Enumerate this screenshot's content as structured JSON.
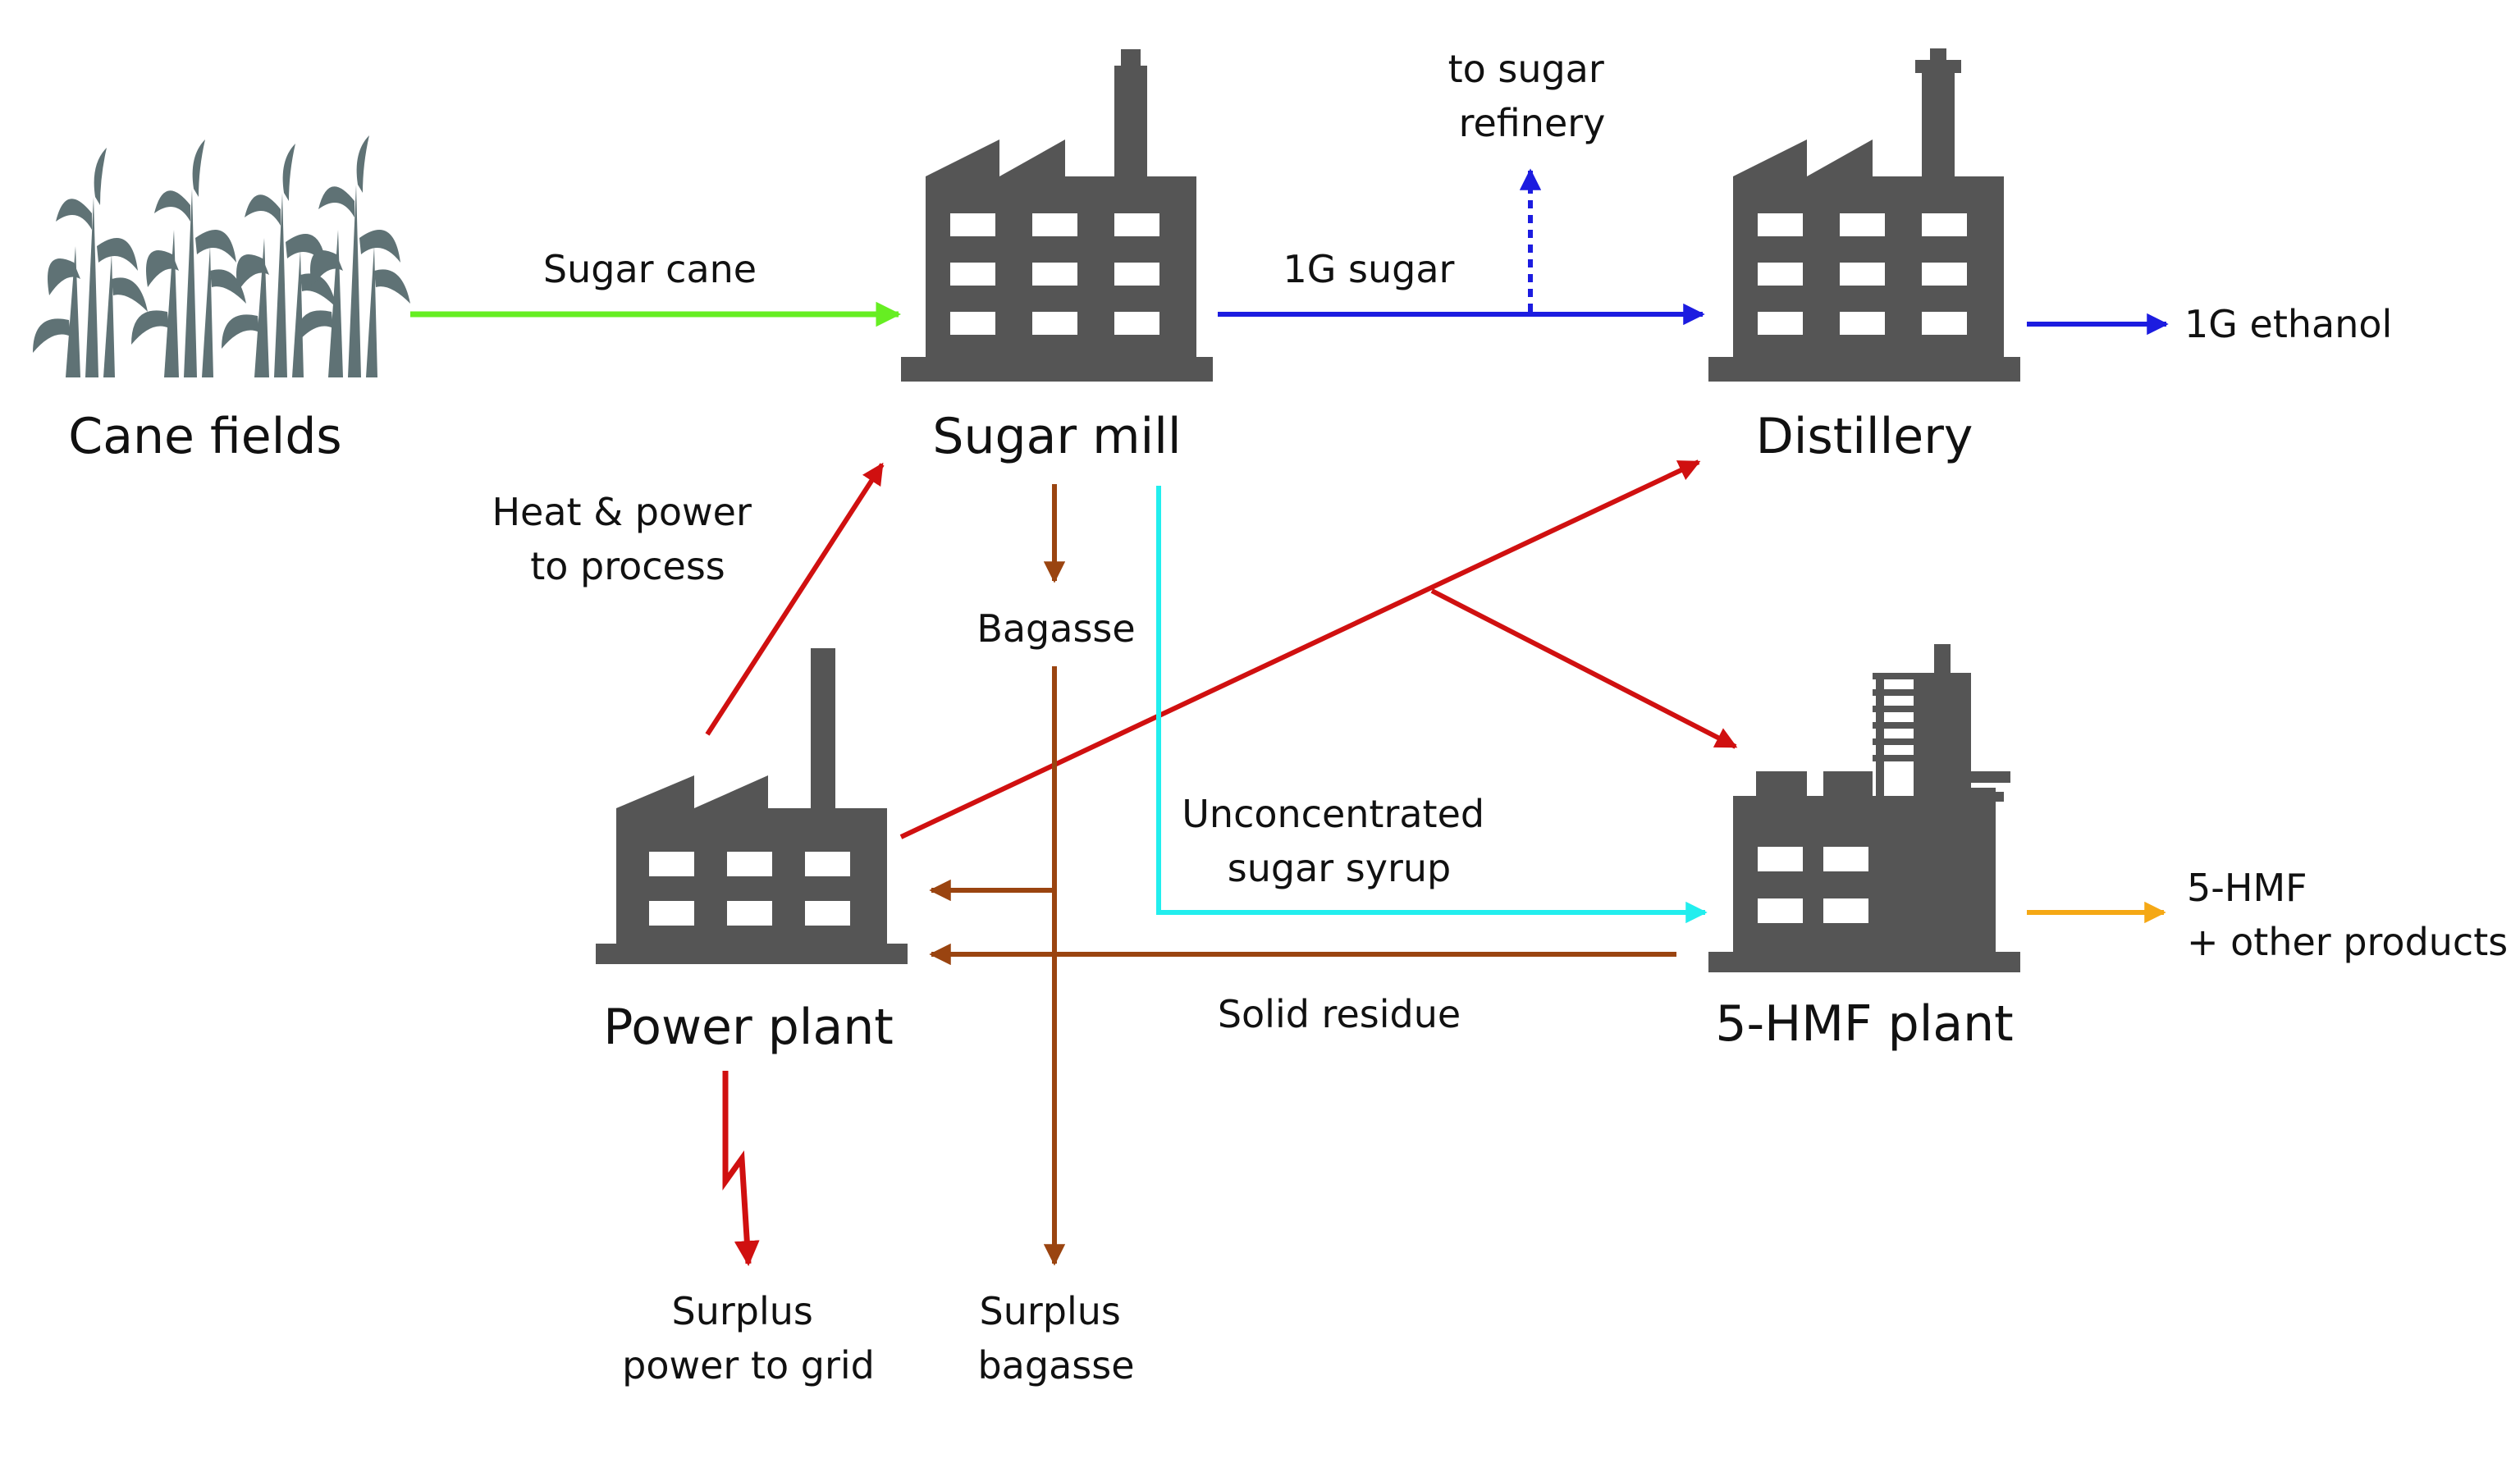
{
  "nodes": {
    "cane_fields": "Cane fields",
    "sugar_mill": "Sugar mill",
    "distillery": "Distillery",
    "power_plant": "Power plant",
    "hmf_plant": "5-HMF plant"
  },
  "flows": {
    "sugar_cane": "Sugar cane",
    "sugar_1g": "1G sugar",
    "to_refinery": [
      "to sugar",
      "refinery"
    ],
    "ethanol_1g": "1G ethanol",
    "heat_power": [
      "Heat & power",
      "to process"
    ],
    "bagasse": "Bagasse",
    "syrup": [
      "Unconcentrated",
      "sugar syrup"
    ],
    "solid_residue": "Solid residue",
    "hmf_products": [
      "5-HMF",
      "+ other products"
    ],
    "surplus_power": [
      "Surplus",
      "power to grid"
    ],
    "surplus_bagasse": [
      "Surplus",
      "bagasse"
    ]
  },
  "colors": {
    "building": "#555555",
    "cane": "#5f7275",
    "sugar_cane_arrow": "#66ee22",
    "sugar_arrow": "#1c1ce0",
    "energy_arrow": "#d01010",
    "bagasse_arrow": "#9a4410",
    "syrup_arrow": "#22eeee",
    "products_arrow": "#f5a815"
  }
}
